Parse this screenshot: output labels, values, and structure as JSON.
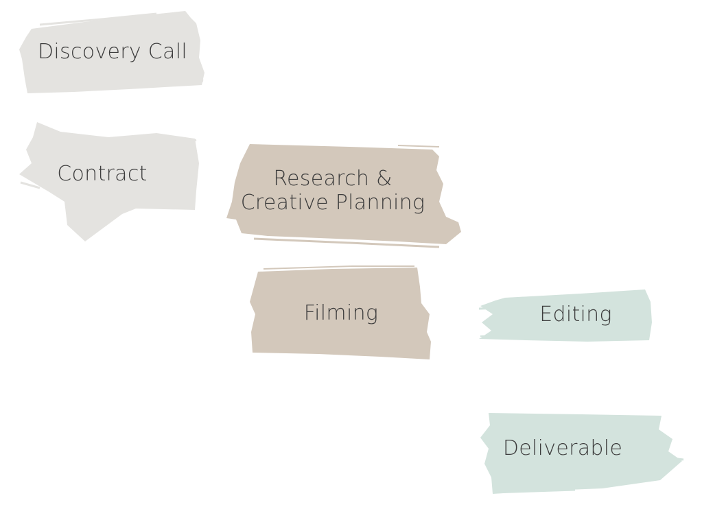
{
  "diagram": {
    "title": "",
    "colors": {
      "early": "#e4e3e0",
      "production": "#d3c8bb",
      "post": "#d3e3dd",
      "text": "#3c3c3c"
    },
    "steps": [
      {
        "id": "discovery-call",
        "label": "Discovery Call",
        "color": "#e4e3e0"
      },
      {
        "id": "contract",
        "label": "Contract",
        "color": "#e4e3e0"
      },
      {
        "id": "research-creative-planning",
        "label": "Research &\nCreative Planning",
        "color": "#d3c8bb"
      },
      {
        "id": "filming",
        "label": "Filming",
        "color": "#d3c8bb"
      },
      {
        "id": "editing",
        "label": "Editing",
        "color": "#d3e3dd"
      },
      {
        "id": "deliverable",
        "label": "Deliverable",
        "color": "#d3e3dd"
      }
    ]
  }
}
